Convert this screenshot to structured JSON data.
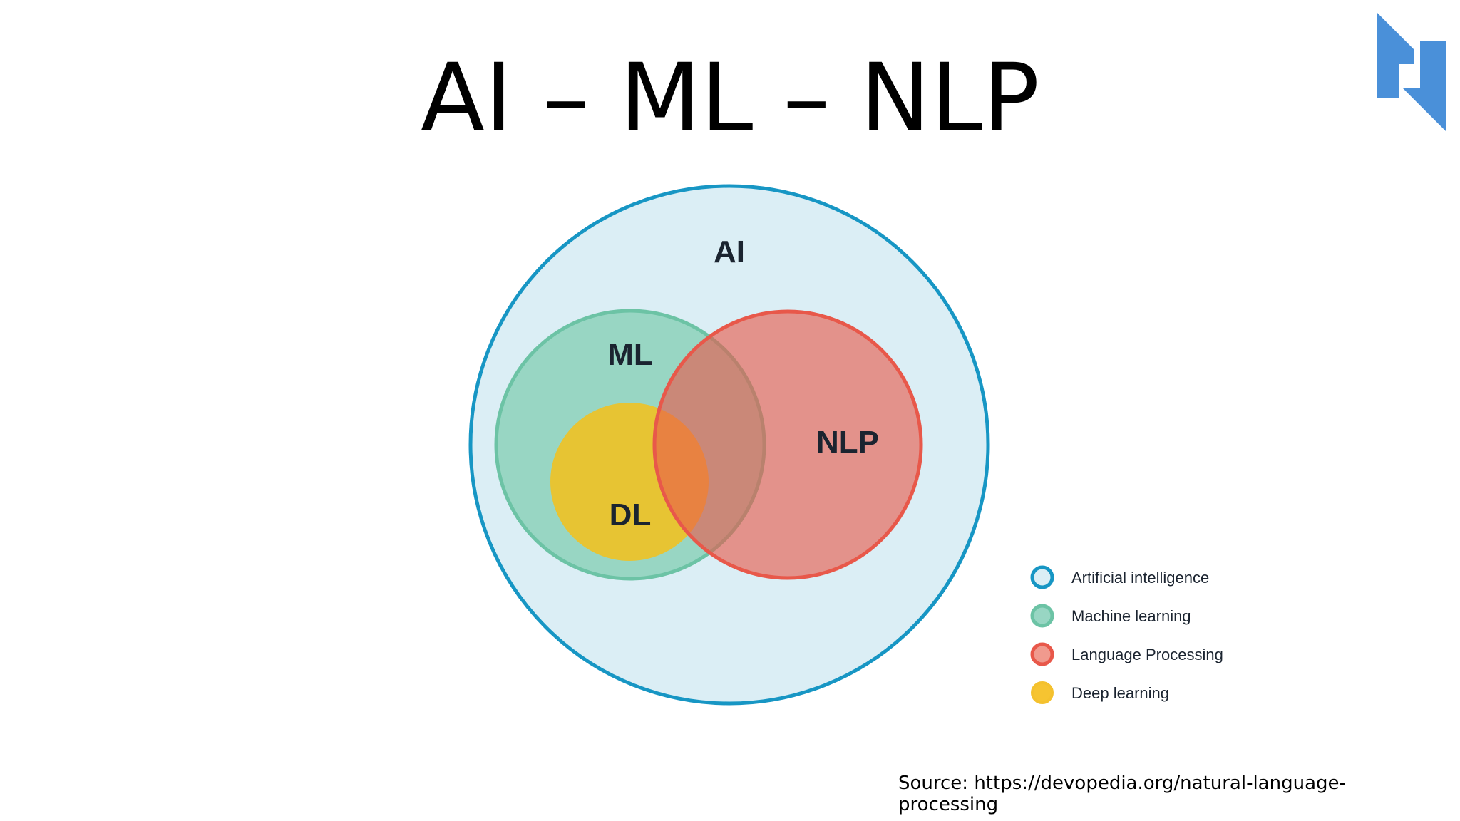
{
  "slide": {
    "title": "AI – ML – NLP",
    "source": "Source: https://devopedia.org/natural-language-processing"
  },
  "diagram": {
    "circles": [
      {
        "id": "ai",
        "label": "AI",
        "fill": "#dbeef5",
        "stroke": "#1796c4"
      },
      {
        "id": "ml",
        "label": "ML",
        "fill": "#98d6c3",
        "stroke": "#6cc3a5"
      },
      {
        "id": "dl",
        "label": "DL",
        "fill": "#e7c433",
        "stroke": "#e7c433"
      },
      {
        "id": "nlp",
        "label": "NLP",
        "fill": "#e98378",
        "stroke": "#e8584a"
      }
    ],
    "legend": [
      {
        "label": "Artificial intelligence",
        "fill": "#dbeef5",
        "stroke": "#1796c4"
      },
      {
        "label": "Machine learning",
        "fill": "#98d6c3",
        "stroke": "#6cc3a5"
      },
      {
        "label": "Language Processing",
        "fill": "#f09a8e",
        "stroke": "#e8584a"
      },
      {
        "label": "Deep learning",
        "fill": "#f6c431",
        "stroke": "#f4c12e"
      }
    ]
  },
  "colors": {
    "logo": "#4a90d9",
    "text": "#1b2430"
  }
}
